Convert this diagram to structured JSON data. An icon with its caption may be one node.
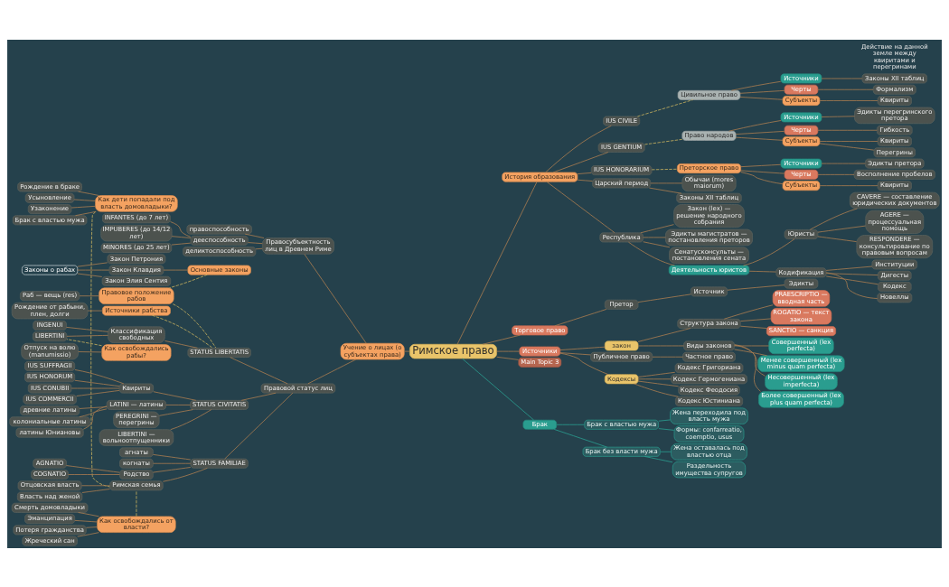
{
  "diagram": {
    "nodes": [
      {
        "text": [
          "Римское право"
        ]
      },
      {
        "text": [
          "История образования"
        ]
      },
      {
        "text": [
          "IUS CIVILE"
        ]
      },
      {
        "text": [
          "IUS GENTIUM"
        ]
      },
      {
        "text": [
          "IUS HONORARIUM"
        ]
      },
      {
        "text": [
          "Царский период"
        ]
      },
      {
        "text": [
          "Обычаи (mores maiorum)"
        ]
      },
      {
        "text": [
          "Законы XII таблиц"
        ]
      },
      {
        "text": [
          "Республика"
        ]
      },
      {
        "text": [
          "Закон (lex) — решение народного собрания"
        ]
      },
      {
        "text": [
          "Эдикты магистратов — постановления преторов"
        ]
      },
      {
        "text": [
          "Сенатусконсульты — постановления сената"
        ]
      },
      {
        "text": [
          "Деятельность юристов"
        ]
      },
      {
        "text": [
          "Юристы"
        ]
      },
      {
        "text": [
          "CAVERE — составление юридических документов"
        ]
      },
      {
        "text": [
          "AGERE — процессуальная помощь"
        ]
      },
      {
        "text": [
          "RESPONDERE — консультирование по правовым вопросам"
        ]
      },
      {
        "text": [
          "Кодификация"
        ]
      },
      {
        "text": [
          "Институции"
        ]
      },
      {
        "text": [
          "Дигесты"
        ]
      },
      {
        "text": [
          "Кодекс"
        ]
      },
      {
        "text": [
          "Новеллы"
        ]
      },
      {
        "text": [
          "Цивильное право"
        ]
      },
      {
        "text": [
          "Источники"
        ]
      },
      {
        "text": [
          "Законы XII таблиц"
        ]
      },
      {
        "text": [
          "Черты"
        ]
      },
      {
        "text": [
          "Формализм"
        ]
      },
      {
        "text": [
          "Субъекты"
        ]
      },
      {
        "text": [
          "Квириты"
        ]
      },
      {
        "text": [
          "Право народов"
        ]
      },
      {
        "text": [
          "Источники"
        ]
      },
      {
        "text": [
          "Эдикты перегринского претора"
        ]
      },
      {
        "text": [
          "Черты"
        ]
      },
      {
        "text": [
          "Гибкость"
        ]
      },
      {
        "text": [
          "Субъекты"
        ]
      },
      {
        "text": [
          "Квириты"
        ]
      },
      {
        "text": [
          "Перегрины"
        ]
      },
      {
        "text": [
          "Преторское право"
        ]
      },
      {
        "text": [
          "Источники"
        ]
      },
      {
        "text": [
          "Эдикты претора"
        ]
      },
      {
        "text": [
          "Черты"
        ]
      },
      {
        "text": [
          "Восполнение пробелов"
        ]
      },
      {
        "text": [
          "Субъекты"
        ]
      },
      {
        "text": [
          "Квириты"
        ]
      },
      {
        "text": [
          "Торговое право"
        ]
      },
      {
        "text": [
          "Претор"
        ]
      },
      {
        "text": [
          "Источник"
        ]
      },
      {
        "text": [
          "Эдикты"
        ]
      },
      {
        "text": [
          "Источники"
        ]
      },
      {
        "text": [
          "закон"
        ]
      },
      {
        "text": [
          "Публичное право"
        ]
      },
      {
        "text": [
          "Частное право"
        ]
      },
      {
        "text": [
          "Структура закона"
        ]
      },
      {
        "text": [
          "PRAESCRIPTIO — вводная часть"
        ]
      },
      {
        "text": [
          "ROGATIO — текст закона"
        ]
      },
      {
        "text": [
          "SANCTIO — санкция"
        ]
      },
      {
        "text": [
          "Виды законов"
        ]
      },
      {
        "text": [
          "Совершенный (lex perfecta)"
        ]
      },
      {
        "text": [
          "Менее совершенный (lex minus quam perfecta)"
        ]
      },
      {
        "text": [
          "Несовершенный (lex imperfecta)"
        ]
      },
      {
        "text": [
          "Более совершенный (lex plus quam perfecta)"
        ]
      },
      {
        "text": [
          "Кодексы"
        ]
      },
      {
        "text": [
          "Кодекс Григориана"
        ]
      },
      {
        "text": [
          "Кодекс Гермогениана"
        ]
      },
      {
        "text": [
          "Кодекс Феодосия"
        ]
      },
      {
        "text": [
          "Кодекс Юстиниана"
        ]
      },
      {
        "text": [
          "Main Topic 3"
        ]
      },
      {
        "text": [
          "Брак"
        ]
      },
      {
        "text": [
          "Брак с властью мужа"
        ]
      },
      {
        "text": [
          "Жена переходила под власть мужа"
        ]
      },
      {
        "text": [
          "Формы: confarreatio, coemptio, usus"
        ]
      },
      {
        "text": [
          "Брак без власти мужа"
        ]
      },
      {
        "text": [
          "Жена оставалась под властью отца"
        ]
      },
      {
        "text": [
          "Раздельность имущества супругов"
        ]
      },
      {
        "text": [
          "Учение о лицах (о субъектах права)"
        ]
      },
      {
        "text": [
          "Правосубъектность лиц в Древнем Риме"
        ]
      },
      {
        "text": [
          "правоспособность"
        ]
      },
      {
        "text": [
          "дееспособность"
        ]
      },
      {
        "text": [
          "INFANTES (до 7 лет)"
        ]
      },
      {
        "text": [
          "IMPUBERES (до 14/12 лет)"
        ]
      },
      {
        "text": [
          "MINORES (до 25 лет)"
        ]
      },
      {
        "text": [
          "деликтоспособность"
        ]
      },
      {
        "text": [
          "Правовой статус лиц"
        ]
      },
      {
        "text": [
          "STATUS LIBERTATIS"
        ]
      },
      {
        "text": [
          "Классификация свободных"
        ]
      },
      {
        "text": [
          "INGENUI"
        ]
      },
      {
        "text": [
          "LIBERTINI"
        ]
      },
      {
        "text": [
          "STATUS CIVITATIS"
        ]
      },
      {
        "text": [
          "Квириты"
        ]
      },
      {
        "text": [
          "IUS SUFFRAGII"
        ]
      },
      {
        "text": [
          "IUS HONORUM"
        ]
      },
      {
        "text": [
          "IUS CONUBII"
        ]
      },
      {
        "text": [
          "IUS COMMERCII"
        ]
      },
      {
        "text": [
          "LATINI — латины"
        ]
      },
      {
        "text": [
          "древние латины"
        ]
      },
      {
        "text": [
          "колониальные латины"
        ]
      },
      {
        "text": [
          "латины Юниановы"
        ]
      },
      {
        "text": [
          "PEREGRINI — перегрины"
        ]
      },
      {
        "text": [
          "LIBERTINI — вольноотпущенники"
        ]
      },
      {
        "text": [
          "STATUS FAMILIAE"
        ]
      },
      {
        "text": [
          "агнаты"
        ]
      },
      {
        "text": [
          "когнаты"
        ]
      },
      {
        "text": [
          "Римская семья"
        ]
      },
      {
        "text": [
          "Отцовская власть"
        ]
      },
      {
        "text": [
          "Власть над женой"
        ]
      },
      {
        "text": [
          "Родство"
        ]
      },
      {
        "text": [
          "AGNATIO"
        ]
      },
      {
        "text": [
          "COGNATIO"
        ]
      },
      {
        "text": [
          "Как дети попадали под власть домовладыки?"
        ]
      },
      {
        "text": [
          "Рождение в браке"
        ]
      },
      {
        "text": [
          "Усыновление"
        ]
      },
      {
        "text": [
          "Узаконение"
        ]
      },
      {
        "text": [
          "Брак с властью мужа"
        ]
      },
      {
        "text": [
          "Как освобождались от власти?"
        ]
      },
      {
        "text": [
          "Смерть домовладыки"
        ]
      },
      {
        "text": [
          "Эманципация"
        ]
      },
      {
        "text": [
          "Потеря гражданства"
        ]
      },
      {
        "text": [
          "Жреческий сан"
        ]
      },
      {
        "text": [
          "Законы о рабах"
        ]
      },
      {
        "text": [
          "Закон Петрония"
        ]
      },
      {
        "text": [
          "Закон Клавдия"
        ]
      },
      {
        "text": [
          "Закон Элия Сентия"
        ]
      },
      {
        "text": [
          "Основные законы"
        ]
      },
      {
        "text": [
          "Как освобождались рабы?"
        ]
      },
      {
        "text": [
          "Отпуск на волю (manumissio)"
        ]
      },
      {
        "text": [
          "Правовое положение рабов"
        ]
      },
      {
        "text": [
          "Раб — вещь (res)"
        ]
      },
      {
        "text": [
          "Источники рабства"
        ]
      },
      {
        "text": [
          "Рождение от рабыни, плен, долги"
        ]
      }
    ],
    "edges": [
      {
        "from": 0,
        "to": 1,
        "arrow": "none"
      },
      {
        "from": 1,
        "to": 2,
        "arrow": "none"
      },
      {
        "from": 1,
        "to": 3,
        "arrow": "none"
      },
      {
        "from": 1,
        "to": 4,
        "arrow": "none"
      },
      {
        "from": 1,
        "to": 5,
        "arrow": "none"
      },
      {
        "from": 5,
        "to": 6,
        "arrow": "none"
      },
      {
        "from": 5,
        "to": 7,
        "arrow": "none"
      },
      {
        "from": 1,
        "to": 8,
        "arrow": "none"
      },
      {
        "from": 8,
        "to": 9,
        "arrow": "none"
      },
      {
        "from": 8,
        "to": 10,
        "arrow": "none"
      },
      {
        "from": 8,
        "to": 11,
        "arrow": "none"
      },
      {
        "from": 8,
        "to": 12,
        "arrow": "none"
      },
      {
        "from": 12,
        "to": 13,
        "arrow": "none"
      },
      {
        "from": 13,
        "to": 14,
        "arrow": "none"
      },
      {
        "from": 13,
        "to": 15,
        "arrow": "none"
      },
      {
        "from": 13,
        "to": 16,
        "arrow": "none"
      },
      {
        "from": 12,
        "to": 17,
        "arrow": "none"
      },
      {
        "from": 17,
        "to": 18,
        "arrow": "none"
      },
      {
        "from": 17,
        "to": 19,
        "arrow": "none"
      },
      {
        "from": 17,
        "to": 20,
        "arrow": "none"
      },
      {
        "from": 17,
        "to": 21,
        "arrow": "none"
      },
      {
        "from": 2,
        "to": 22,
        "arrow": "none",
        "style": "dashed",
        "color": "#c7b15e"
      },
      {
        "from": 22,
        "to": 23,
        "arrow": "none"
      },
      {
        "from": 23,
        "to": 24,
        "arrow": "none"
      },
      {
        "from": 22,
        "to": 25,
        "arrow": "none"
      },
      {
        "from": 25,
        "to": 26,
        "arrow": "none"
      },
      {
        "from": 22,
        "to": 27,
        "arrow": "none"
      },
      {
        "from": 27,
        "to": 28,
        "arrow": "none"
      },
      {
        "from": 3,
        "to": 29,
        "arrow": "none",
        "style": "dashed",
        "color": "#c7b15e"
      },
      {
        "from": 29,
        "to": 30,
        "arrow": "none"
      },
      {
        "from": 30,
        "to": 31,
        "arrow": "none"
      },
      {
        "from": 29,
        "to": 32,
        "arrow": "none"
      },
      {
        "from": 32,
        "to": 33,
        "arrow": "none"
      },
      {
        "from": 29,
        "to": 34,
        "arrow": "none"
      },
      {
        "from": 34,
        "to": 35,
        "arrow": "none"
      },
      {
        "from": 34,
        "to": 36,
        "arrow": "none"
      },
      {
        "from": 4,
        "to": 37,
        "arrow": "none",
        "style": "dashed",
        "color": "#c7b15e"
      },
      {
        "from": 37,
        "to": 38,
        "arrow": "none"
      },
      {
        "from": 38,
        "to": 39,
        "arrow": "none"
      },
      {
        "from": 37,
        "to": 40,
        "arrow": "none"
      },
      {
        "from": 40,
        "to": 41,
        "arrow": "none"
      },
      {
        "from": 37,
        "to": 42,
        "arrow": "none"
      },
      {
        "from": 42,
        "to": 43,
        "arrow": "none"
      },
      {
        "from": 0,
        "to": 44,
        "arrow": "none"
      },
      {
        "from": 44,
        "to": 45,
        "arrow": "none"
      },
      {
        "from": 45,
        "to": 46,
        "arrow": "none"
      },
      {
        "from": 46,
        "to": 47,
        "arrow": "none"
      },
      {
        "from": 0,
        "to": 48,
        "arrow": "none"
      },
      {
        "from": 48,
        "to": 49,
        "arrow": "none"
      },
      {
        "from": 48,
        "to": 50,
        "arrow": "none"
      },
      {
        "from": 50,
        "to": 51,
        "arrow": "none"
      },
      {
        "from": 49,
        "to": 52,
        "arrow": "none"
      },
      {
        "from": 52,
        "to": 53,
        "arrow": "none"
      },
      {
        "from": 52,
        "to": 54,
        "arrow": "none"
      },
      {
        "from": 52,
        "to": 55,
        "arrow": "none"
      },
      {
        "from": 49,
        "to": 56,
        "arrow": "none"
      },
      {
        "from": 56,
        "to": 57,
        "arrow": "none"
      },
      {
        "from": 56,
        "to": 58,
        "arrow": "none"
      },
      {
        "from": 56,
        "to": 59,
        "arrow": "none"
      },
      {
        "from": 56,
        "to": 60,
        "arrow": "none"
      },
      {
        "from": 48,
        "to": 61,
        "arrow": "none"
      },
      {
        "from": 61,
        "to": 62,
        "arrow": "none"
      },
      {
        "from": 61,
        "to": 63,
        "arrow": "none"
      },
      {
        "from": 61,
        "to": 64,
        "arrow": "none"
      },
      {
        "from": 61,
        "to": 65,
        "arrow": "none"
      },
      {
        "from": 0,
        "to": 66,
        "arrow": "none"
      },
      {
        "from": 0,
        "to": 67,
        "arrow": "none",
        "color": "#2a9d8f"
      },
      {
        "from": 67,
        "to": 68,
        "arrow": "none",
        "color": "#2a9d8f"
      },
      {
        "from": 68,
        "to": 69,
        "arrow": "none",
        "color": "#2a9d8f"
      },
      {
        "from": 68,
        "to": 70,
        "arrow": "none",
        "color": "#2a9d8f"
      },
      {
        "from": 67,
        "to": 71,
        "arrow": "none",
        "color": "#2a9d8f"
      },
      {
        "from": 71,
        "to": 72,
        "arrow": "none",
        "color": "#2a9d8f"
      },
      {
        "from": 71,
        "to": 73,
        "arrow": "none",
        "color": "#2a9d8f"
      },
      {
        "from": 74,
        "to": 0,
        "arrow": "none"
      },
      {
        "from": 75,
        "to": 74,
        "arrow": "none"
      },
      {
        "from": 76,
        "to": 75,
        "arrow": "none"
      },
      {
        "from": 77,
        "to": 75,
        "arrow": "none"
      },
      {
        "from": 78,
        "to": 77,
        "arrow": "none"
      },
      {
        "from": 79,
        "to": 77,
        "arrow": "none"
      },
      {
        "from": 80,
        "to": 77,
        "arrow": "none"
      },
      {
        "from": 81,
        "to": 75,
        "arrow": "none"
      },
      {
        "from": 82,
        "to": 74,
        "arrow": "none"
      },
      {
        "from": 83,
        "to": 82,
        "arrow": "none"
      },
      {
        "from": 84,
        "to": 83,
        "arrow": "none"
      },
      {
        "from": 85,
        "to": 84,
        "arrow": "none"
      },
      {
        "from": 86,
        "to": 84,
        "arrow": "none"
      },
      {
        "from": 87,
        "to": 82,
        "arrow": "none"
      },
      {
        "from": 88,
        "to": 87,
        "arrow": "none"
      },
      {
        "from": 89,
        "to": 88,
        "arrow": "none"
      },
      {
        "from": 90,
        "to": 88,
        "arrow": "none"
      },
      {
        "from": 91,
        "to": 88,
        "arrow": "none"
      },
      {
        "from": 92,
        "to": 88,
        "arrow": "none"
      },
      {
        "from": 93,
        "to": 87,
        "arrow": "none"
      },
      {
        "from": 94,
        "to": 93,
        "arrow": "none"
      },
      {
        "from": 95,
        "to": 93,
        "arrow": "none"
      },
      {
        "from": 96,
        "to": 93,
        "arrow": "none"
      },
      {
        "from": 97,
        "to": 87,
        "arrow": "none"
      },
      {
        "from": 98,
        "to": 87,
        "arrow": "none"
      },
      {
        "from": 99,
        "to": 82,
        "arrow": "none"
      },
      {
        "from": 100,
        "to": 99,
        "arrow": "none"
      },
      {
        "from": 101,
        "to": 99,
        "arrow": "none"
      },
      {
        "from": 102,
        "to": 99,
        "arrow": "none"
      },
      {
        "from": 103,
        "to": 102,
        "arrow": "none"
      },
      {
        "from": 104,
        "to": 102,
        "arrow": "none"
      },
      {
        "from": 105,
        "to": 99,
        "arrow": "none"
      },
      {
        "from": 106,
        "to": 105,
        "arrow": "none"
      },
      {
        "from": 107,
        "to": 105,
        "arrow": "none"
      },
      {
        "from": 108,
        "to": 102,
        "arrow": "none",
        "style": "dashed",
        "color": "#c7b15e"
      },
      {
        "from": 109,
        "to": 108,
        "arrow": "none"
      },
      {
        "from": 110,
        "to": 108,
        "arrow": "none"
      },
      {
        "from": 111,
        "to": 108,
        "arrow": "none"
      },
      {
        "from": 112,
        "to": 108,
        "arrow": "none"
      },
      {
        "from": 113,
        "to": 102,
        "arrow": "none",
        "style": "dashed",
        "color": "#c7b15e"
      },
      {
        "from": 114,
        "to": 113,
        "arrow": "none"
      },
      {
        "from": 115,
        "to": 113,
        "arrow": "none"
      },
      {
        "from": 116,
        "to": 113,
        "arrow": "none"
      },
      {
        "from": 117,
        "to": 113,
        "arrow": "none"
      },
      {
        "from": 118,
        "to": 119,
        "arrow": "none"
      },
      {
        "from": 118,
        "to": 120,
        "arrow": "none"
      },
      {
        "from": 118,
        "to": 121,
        "arrow": "none"
      },
      {
        "from": 120,
        "to": 122,
        "arrow": "none"
      },
      {
        "from": 122,
        "to": 125,
        "arrow": "none",
        "style": "dashed",
        "color": "#c7b15e"
      },
      {
        "from": 123,
        "to": 86,
        "arrow": "none",
        "style": "dashed",
        "color": "#c7b15e"
      },
      {
        "from": 124,
        "to": 123,
        "arrow": "none"
      },
      {
        "from": 125,
        "to": 83,
        "arrow": "none",
        "style": "dashed",
        "color": "#c7b15e"
      },
      {
        "from": 126,
        "to": 125,
        "arrow": "none"
      },
      {
        "from": 127,
        "to": 83,
        "arrow": "none",
        "style": "dashed",
        "color": "#c7b15e"
      },
      {
        "from": 128,
        "to": 127,
        "arrow": "none"
      }
    ],
    "labels": [
      "Действие на данной земле между квиритами и перегринами"
    ]
  }
}
